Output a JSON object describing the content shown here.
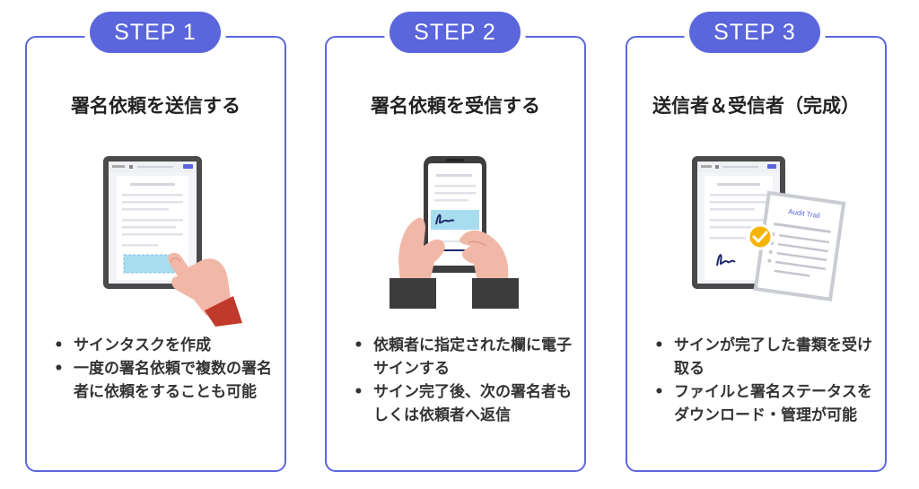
{
  "steps": [
    {
      "badge": "STEP 1",
      "title": "署名依頼を送信する",
      "bullets": [
        "サインタスクを作成",
        "一度の署名依頼で複数の署名者に依頼をすることも可能"
      ],
      "illustration": "tablet-touch-icon"
    },
    {
      "badge": "STEP 2",
      "title": "署名依頼を受信する",
      "bullets": [
        "依頼者に指定された欄に電子サインする",
        "サイン完了後、次の署名者もしくは依頼者へ返信"
      ],
      "illustration": "phone-sign-icon"
    },
    {
      "badge": "STEP 3",
      "title": "送信者＆受信者（完成）",
      "bullets": [
        "サインが完了した書類を受け取る",
        "ファイルと署名ステータスをダウンロード・管理が可能"
      ],
      "illustration": "signed-document-audit-trail-icon",
      "audit_trail_text": "Audit Trail"
    }
  ],
  "colors": {
    "accent": "#5b66dc",
    "highlight": "#a8ddf0",
    "skin": "#f1b8a8",
    "sleeve_red": "#c0392b",
    "sleeve_dark": "#3c3c3c",
    "check": "#f4b400"
  }
}
